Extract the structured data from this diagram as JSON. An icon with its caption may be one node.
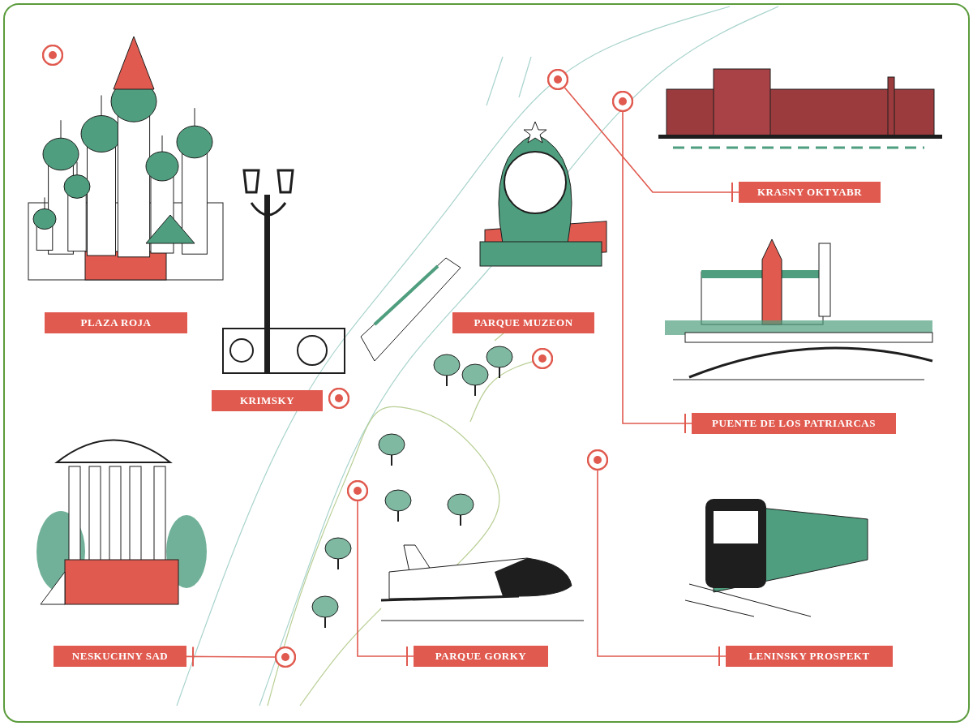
{
  "diagram": {
    "nodes": [
      {
        "text": [
          "PLAZA ROJA"
        ]
      },
      {
        "text": [
          "KRASNY OKTYABR"
        ]
      },
      {
        "text": [
          "PARQUE MUZEON"
        ]
      },
      {
        "text": [
          "KRIMSKY"
        ]
      },
      {
        "text": [
          "PUENTE DE LOS PATRIARCAS"
        ]
      },
      {
        "text": [
          "NESKUCHNY SAD"
        ]
      },
      {
        "text": [
          "PARQUE GORKY"
        ]
      },
      {
        "text": [
          "LENINSKY PROSPEKT"
        ]
      },
      {
        "text": [],
        "shape": "circle"
      },
      {
        "text": [],
        "shape": "circle"
      },
      {
        "text": [],
        "shape": "circle"
      },
      {
        "text": [],
        "shape": "circle"
      },
      {
        "text": [],
        "shape": "circle"
      },
      {
        "text": [],
        "shape": "circle"
      },
      {
        "text": [],
        "shape": "circle"
      },
      {
        "text": [],
        "shape": "circle"
      }
    ],
    "edges": [
      {
        "from": 9,
        "to": 1,
        "arrow": "other"
      },
      {
        "from": 10,
        "to": 4,
        "arrow": "other"
      },
      {
        "from": 13,
        "to": 7,
        "arrow": "other"
      },
      {
        "from": 14,
        "to": 6,
        "arrow": "other"
      },
      {
        "from": 15,
        "to": 5,
        "arrow": "other"
      }
    ]
  }
}
